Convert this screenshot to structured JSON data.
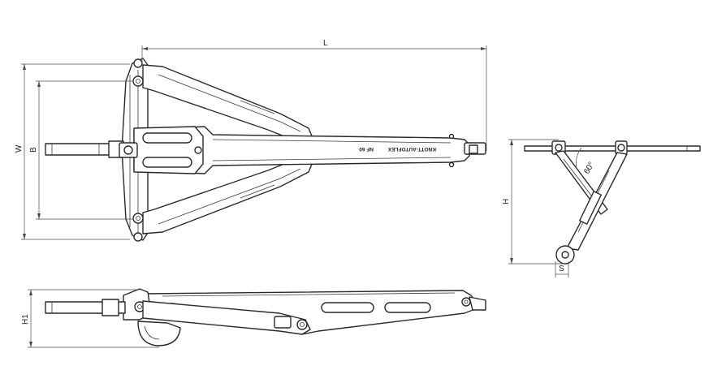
{
  "dimensions": {
    "length": "L",
    "width": "W",
    "bolt_spacing": "B",
    "height": "H",
    "offset": "S",
    "side_height": "H1",
    "angle": "60°"
  },
  "nameplate": {
    "brand": "KNOTT-AUTOFLEX",
    "code": "NF 60"
  },
  "colors": {
    "line": "#2a2a2a",
    "background": "#ffffff"
  }
}
